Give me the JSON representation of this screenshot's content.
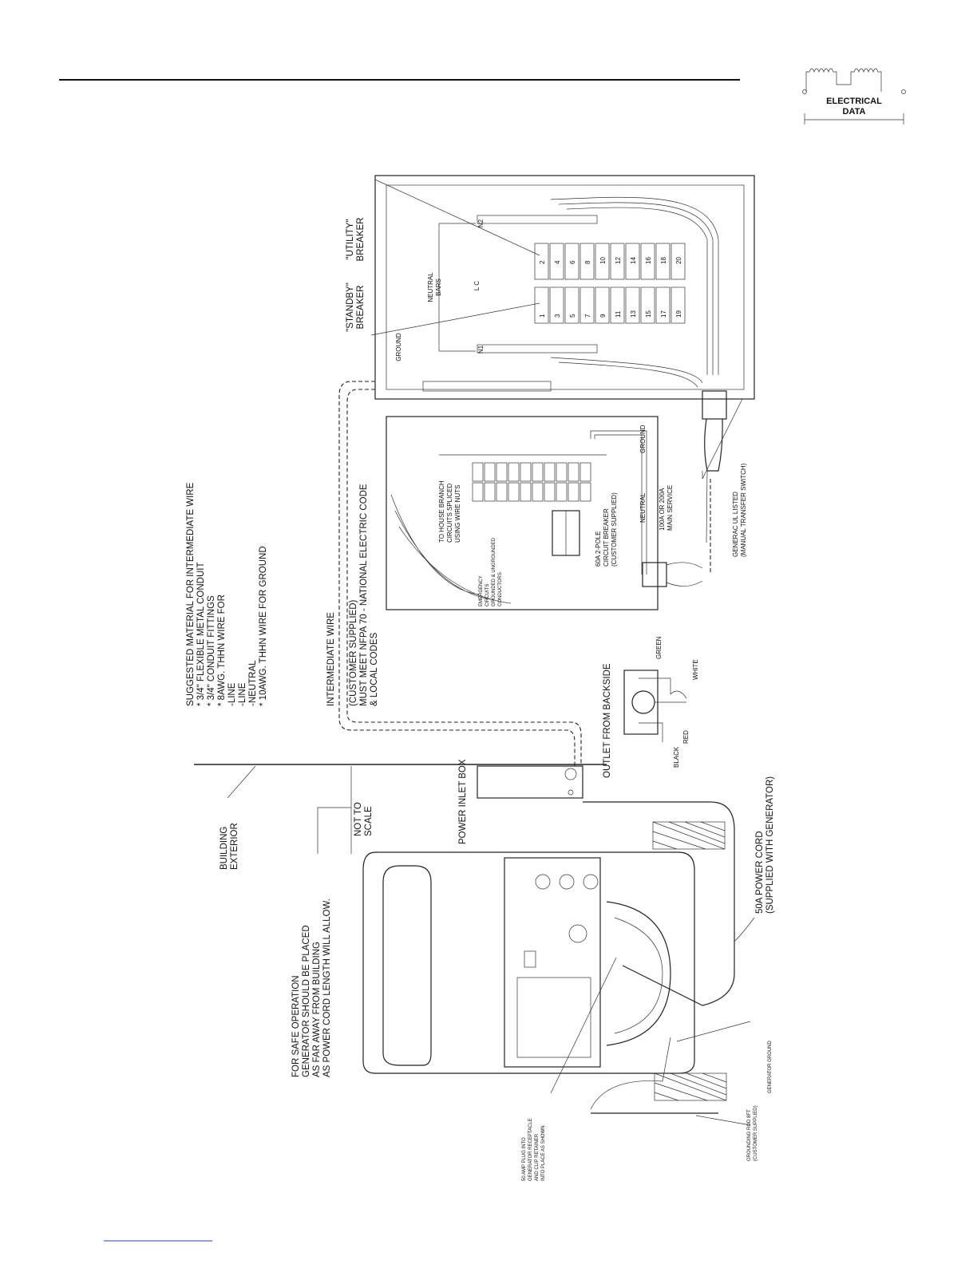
{
  "header": {
    "badge_text_line1": "ELECTRICAL",
    "badge_text_line2": "DATA"
  },
  "labels": {
    "utility_breaker": [
      "\"UTILITY\"",
      "BREAKER"
    ],
    "standby_breaker": [
      "\"STANDBY\"",
      "BREAKER"
    ],
    "neutral_bars": [
      "NEUTRAL",
      "BARS"
    ],
    "ground_top": "GROUND",
    "n1": "N1",
    "n2": "N2",
    "lc": "L C",
    "breaker_numbers_left": [
      "1",
      "3",
      "5",
      "7",
      "9",
      "11",
      "13",
      "15",
      "17",
      "19"
    ],
    "breaker_numbers_right": [
      "2",
      "4",
      "6",
      "8",
      "10",
      "12",
      "14",
      "16",
      "18",
      "20"
    ],
    "suggested_material": [
      "SUGGESTED MATERIAL FOR INTERMEDIATE WIRE",
      "* 3/4\" FLEXIBLE METAL CONDUIT",
      "* 3/4\" CONDUIT FITTINGS",
      "* 8AWG. THHN WIRE FOR",
      "-LINE",
      "-LINE",
      "-NEUTRAL",
      "* 10AWG. THHN WIRE FOR GROUND"
    ],
    "intermediate_wire": [
      "INTERMEDIATE WIRE",
      "(CUSTOMER SUPPLIED)",
      "MUST MEET NFPA 70 - NATIONAL ELECTRIC CODE",
      "& LOCAL CODES"
    ],
    "house_branch": [
      "TO HOUSE BRANCH",
      "CIRCUITS SPLICED",
      "USING WIRE NUTS"
    ],
    "emergency": [
      "EMERGENCY",
      "CIRCUITS",
      "GROUNDED & UNGROUNDED",
      "CONDUCTORS"
    ],
    "circuit_breaker": [
      "60A 2-POLE",
      "CIRCUIT BREAKER",
      "(CUSTOMER SUPPLIED)"
    ],
    "neutral": "NEUTRAL",
    "ground_panel": "GROUND",
    "main_service": [
      "100A OR 200A",
      "MAIN SERVICE"
    ],
    "generac_ul": [
      "GENERAC UL LISTED",
      "(MANUAL TRANSFER SWITCH)"
    ],
    "outlet_backside": "OUTLET FROM BACKSIDE",
    "green": "GREEN",
    "white": "WHITE",
    "red": "RED",
    "black": "BLACK",
    "power_inlet_box": "POWER INLET BOX",
    "building_exterior": [
      "BUILDING",
      "EXTERIOR"
    ],
    "not_to_scale": [
      "NOT TO",
      "SCALE"
    ],
    "safe_operation": [
      "FOR SAFE OPERATION",
      "GENERATOR SHOULD BE PLACED",
      "AS FAR AWAY FROM BUILDING",
      "AS POWER CORD LENGTH WILL ALLOW."
    ],
    "power_cord": [
      "50A POWER CORD",
      "(SUPPLIED WITH GENERATOR)"
    ],
    "plug_note": [
      "50 AMP PLUG INTO",
      "GENERATOR RECEPTACLE",
      "AND CLIP RETAINER",
      "INTO PLACE AS SHOWN"
    ],
    "grounding_rod": [
      "GROUNDING ROD 8FT",
      "(CUSTOMER SUPPLIED)"
    ],
    "generator_ground": "GENERATOR GROUND"
  },
  "colors": {
    "ink": "#111111",
    "paper": "#ffffff",
    "link_line": "#2b3fbf"
  }
}
